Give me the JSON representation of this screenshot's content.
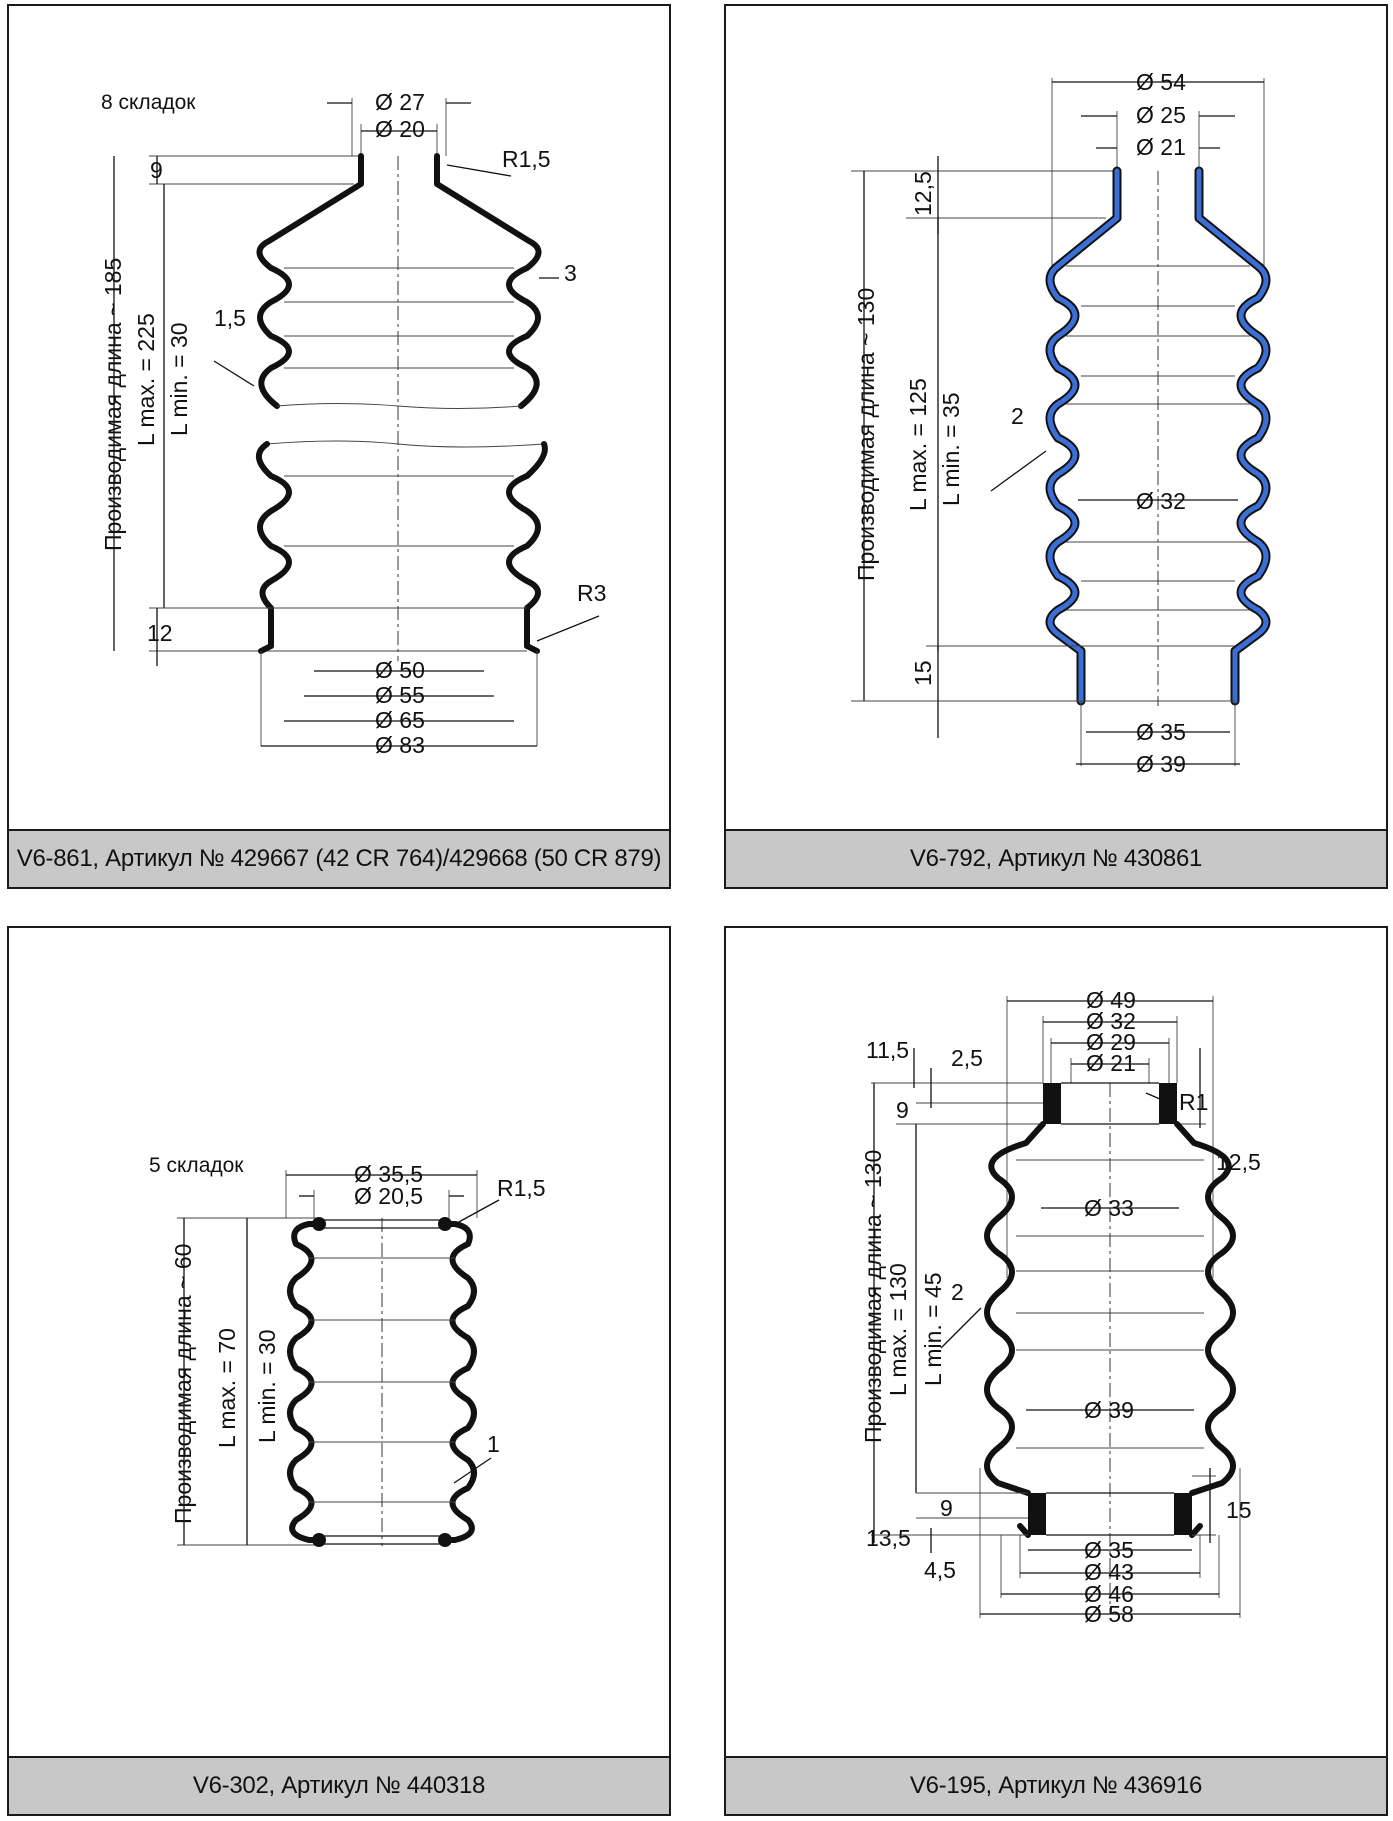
{
  "panels": [
    {
      "caption": "V6-861, Артикул № 429667 (42 CR 764)/429668 (50 CR 879)",
      "folds_note": "8 складок",
      "dims": {
        "d_top_outer": "Ø 27",
        "d_top_inner": "Ø 20",
        "r_top": "R1,5",
        "h_top": "9",
        "wall": "3",
        "thickness": "1,5",
        "l_max": "L max. = 225",
        "l_min": "L min. = 30",
        "length": "Производимая длина ~ 185",
        "h_bottom": "12",
        "r_bottom": "R3",
        "d_b1": "Ø 50",
        "d_b2": "Ø 55",
        "d_b3": "Ø 65",
        "d_b4": "Ø 83"
      }
    },
    {
      "caption": "V6-792, Артикул № 430861",
      "dims": {
        "d_top1": "Ø 54",
        "d_top2": "Ø 25",
        "d_top3": "Ø 21",
        "h_top": "12,5",
        "thickness": "2",
        "l_max": "L max. = 125",
        "l_min": "L min. = 35",
        "length": "Производимая длина ~ 130",
        "d_mid": "Ø 32",
        "h_bottom": "15",
        "d_b1": "Ø 35",
        "d_b2": "Ø 39"
      }
    },
    {
      "caption": "V6-302, Артикул № 440318",
      "folds_note": "5 складок",
      "dims": {
        "d_top1": "Ø 35,5",
        "d_top2": "Ø 20,5",
        "r_top": "R1,5",
        "l_max": "L max. = 70",
        "l_min": "L min. = 30",
        "length": "Производимая длина ~ 60",
        "thickness": "1"
      }
    },
    {
      "caption": "V6-195, Артикул № 436916",
      "dims": {
        "d_top1": "Ø 49",
        "d_top2": "Ø 32",
        "d_top3": "Ø 29",
        "d_top4": "Ø 21",
        "h1": "11,5",
        "h2": "2,5",
        "h3": "9",
        "r_top": "R1",
        "h4": "12,5",
        "d_mid1": "Ø 33",
        "thickness": "2",
        "l_max": "L max. = 130",
        "l_min": "L min. = 45",
        "length": "Производимая длина ~ 130",
        "d_mid2": "Ø 39",
        "h5": "9",
        "h6": "13,5",
        "h7": "15",
        "h8": "4,5",
        "d_b1": "Ø 35",
        "d_b2": "Ø 43",
        "d_b3": "Ø 46",
        "d_b4": "Ø 58"
      }
    }
  ]
}
